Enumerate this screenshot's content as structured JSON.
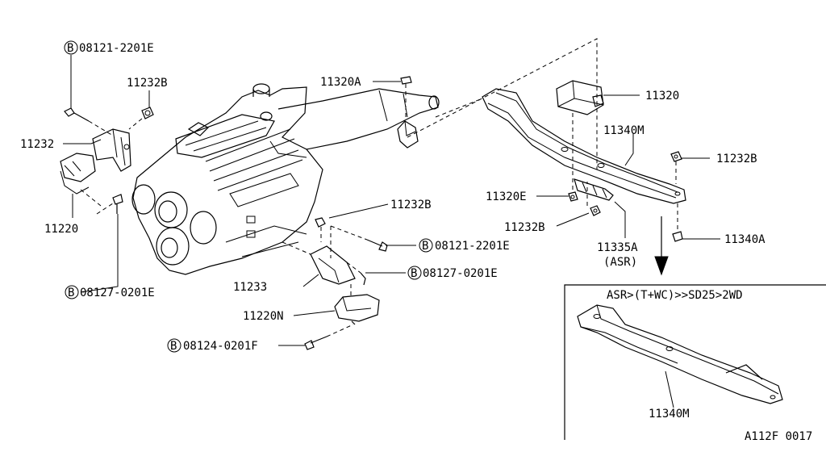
{
  "diagram": {
    "parts": {
      "bolt_top_left": {
        "badge": "B",
        "number": "08121-2201E"
      },
      "nut_11232B_left": {
        "number": "11232B"
      },
      "bracket_11232": {
        "number": "11232"
      },
      "insulator_11220": {
        "number": "11220"
      },
      "bolt_bottom_left": {
        "badge": "B",
        "number": "08127-0201E"
      },
      "clip_11320A": {
        "number": "11320A"
      },
      "nut_11232B_center": {
        "number": "11232B"
      },
      "bolt_center_right": {
        "badge": "B",
        "number": "08121-2201E"
      },
      "bolt_center_lower": {
        "badge": "B",
        "number": "08127-0201E"
      },
      "bracket_11233": {
        "number": "11233"
      },
      "insulator_11220N": {
        "number": "11220N"
      },
      "bolt_bottom_center": {
        "badge": "B",
        "number": "08124-0201F"
      },
      "damper_11320": {
        "number": "11320"
      },
      "member_11340M": {
        "number": "11340M"
      },
      "nut_11232B_right": {
        "number": "11232B"
      },
      "nut_11320E": {
        "number": "11320E"
      },
      "nut_11232B_lower": {
        "number": "11232B"
      },
      "insulator_11335A": {
        "number": "11335A",
        "note": "(ASR)"
      },
      "bolt_11340A": {
        "number": "11340A"
      }
    },
    "inset": {
      "condition": "ASR>(T+WC)>>SD25>2WD",
      "part_number": "11340M"
    },
    "diagram_code": "A112F 0017"
  }
}
